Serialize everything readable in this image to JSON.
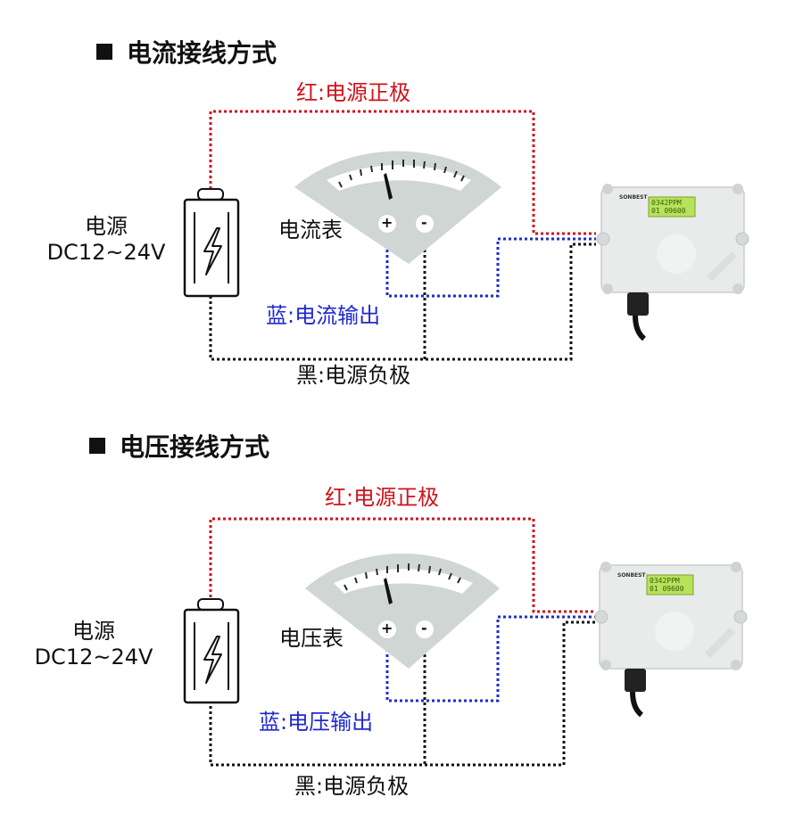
{
  "current_section": {
    "title": "电流接线方式",
    "red_label": "红:电源正极",
    "blue_label": "蓝:电流输出",
    "black_label": "黑:电源负极",
    "meter_label": "电流表",
    "power_label_line1": "电源",
    "power_label_line2": "DC12~24V",
    "plus": "+",
    "minus": "-",
    "device_brand": "SONBEST",
    "device_line1": "0342PPM",
    "device_line2": "01 09600"
  },
  "voltage_section": {
    "title": "电压接线方式",
    "red_label": "红:电源正极",
    "blue_label": "蓝:电压输出",
    "black_label": "黑:电源负极",
    "meter_label": "电压表",
    "power_label_line1": "电源",
    "power_label_line2": "DC12~24V",
    "plus": "+",
    "minus": "-",
    "device_brand": "SONBEST",
    "device_line1": "0342PPM",
    "device_line2": "01 09600"
  },
  "colors": {
    "red_wire": "#d0121b",
    "blue_wire": "#1f2ad0",
    "black_wire": "#111111",
    "meter_face": "#cfd6d4",
    "device_body": "#e8ebea",
    "lcd": "#b6e35a"
  }
}
